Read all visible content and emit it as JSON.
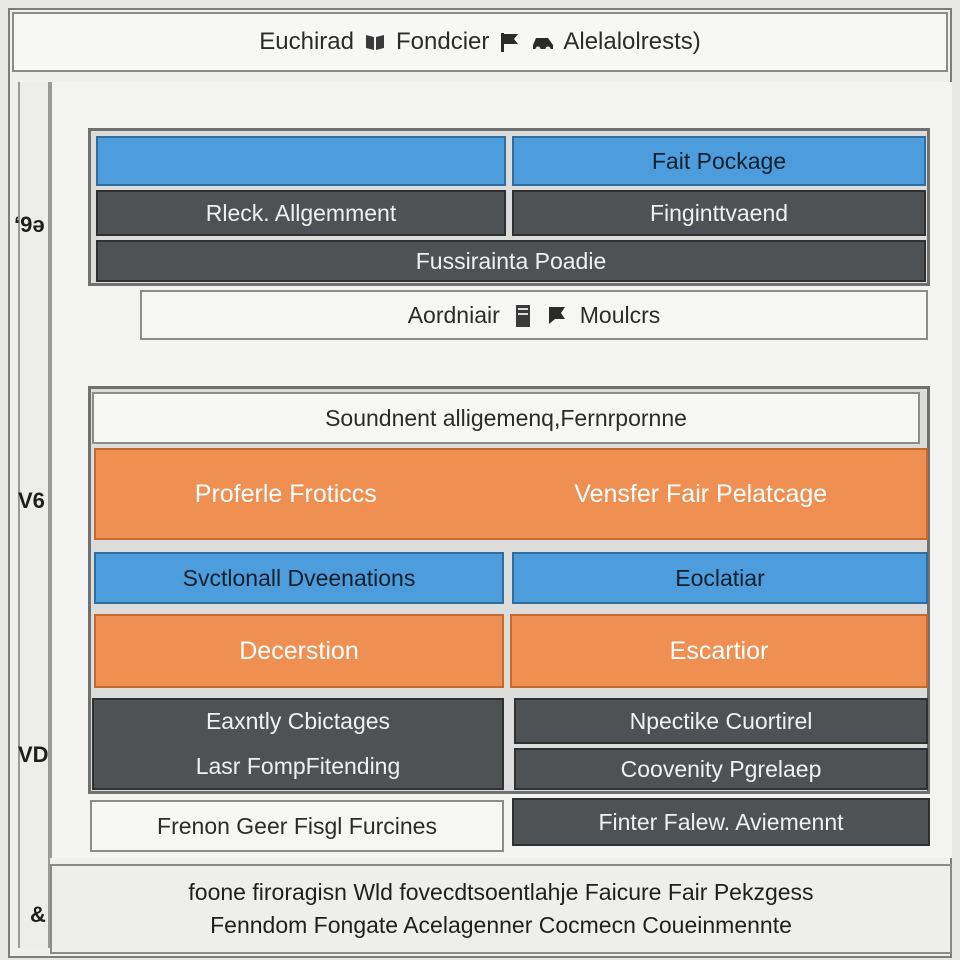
{
  "header": {
    "part1": "Euchirad",
    "part2": "Fondcier",
    "part3": "Alelalolrests)",
    "icons": [
      "book-icon",
      "flag-icon",
      "car-icon"
    ]
  },
  "rail": {
    "label_top": "ʻ9ǝ",
    "label_mid": "V6",
    "label_low": "VD",
    "label_bottom": "&"
  },
  "group1": {
    "top_left": "",
    "top_right": "Fait Pockage",
    "mid_left": "Rleck. Allgemment",
    "mid_right": "Finginttvaend",
    "bottom": "Fussirainta Poadie"
  },
  "connector": {
    "left": "Aordniair",
    "right": "Moulcrs",
    "icons": [
      "server-icon",
      "flag-icon"
    ]
  },
  "group2": {
    "title": "Soundnent alligemenq,Fernrpornne",
    "orange_left": "Proferle  Froticcs",
    "orange_right": "Vensfer Fair Pelatcage",
    "blue_left": "Svctlonall Dveenations",
    "blue_right": "Eoclatiar",
    "orange2_left": "Decerstion",
    "orange2_right": "Escartior",
    "dark_left_1": "Eaxntly Cbictages",
    "dark_left_2": "Lasr FompFitending",
    "dark_right_1": "Npectike Cuortirel",
    "dark_right_2": "Coovenity Pgrelaep",
    "light_left": "Frenon Geer Fisgl Furcines",
    "dark_right_3": "Finter Falew. Aviemennt"
  },
  "footer": {
    "line1": "foone firoragisn Wld fovecdtsoentlahje Faicure Fair Pekzgess",
    "line2": "Fenndom Fongate Acelagenner Cocmecn Coueinmennte"
  },
  "colors": {
    "blue": "#4d9ddc",
    "orange": "#ef8f52",
    "dark": "#4f5255"
  }
}
